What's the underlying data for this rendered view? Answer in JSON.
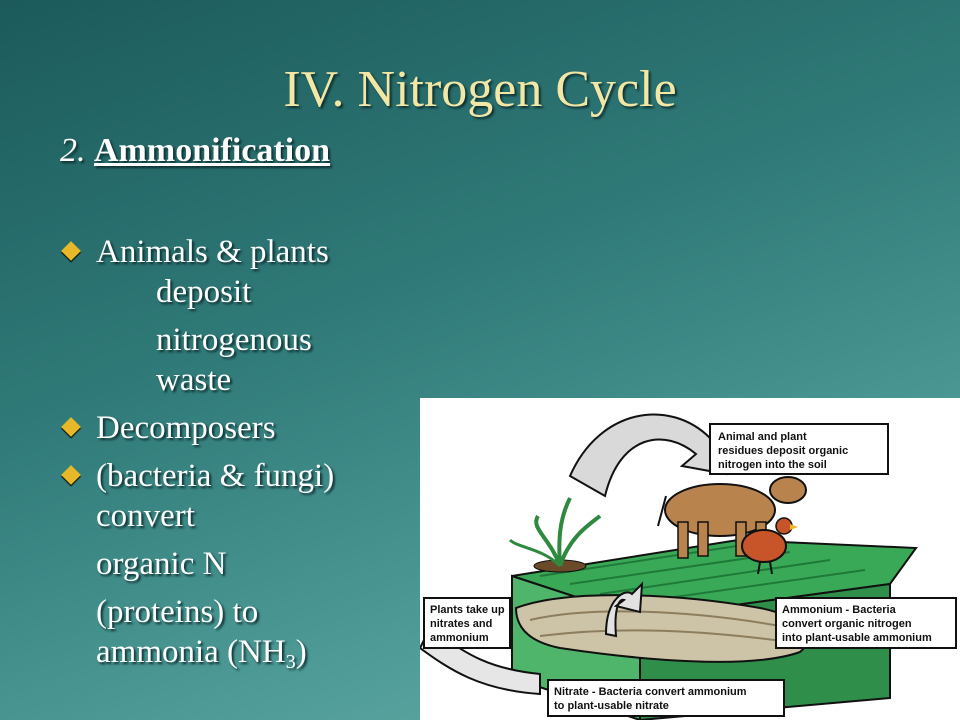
{
  "slide": {
    "title": "IV. Nitrogen Cycle",
    "subtitle_number": "2.",
    "subtitle_text": "Ammonification",
    "bullets": {
      "b1_line1": "Animals & plants",
      "b1_line2": "deposit",
      "b1_line3": "nitrogenous",
      "b1_line4": "waste",
      "b2": "Decomposers",
      "b3_line1": "(bacteria & fungi)",
      "b3_line2": "convert",
      "b3_line3": "organic N",
      "b3_line4": "(proteins) to",
      "b3_line5": "ammonia (NH",
      "b3_sub": "3",
      "b3_close": ")"
    }
  },
  "diagram": {
    "box_residues": [
      "Animal and plant",
      "residues deposit organic",
      "nitrogen into the soil"
    ],
    "box_plants": [
      "Plants take up",
      "nitrates and",
      "ammonium"
    ],
    "box_ammonium": [
      "Ammonium - Bacteria",
      "convert organic nitrogen",
      "into plant-usable ammonium"
    ],
    "box_nitrate": [
      "Nitrate - Bacteria convert ammonium",
      "to plant-usable nitrate"
    ]
  },
  "colors": {
    "title": "#f3e7a6",
    "bullet_marker": "#e7b92a",
    "grass": "#3aa957",
    "cow": "#b8834c"
  }
}
